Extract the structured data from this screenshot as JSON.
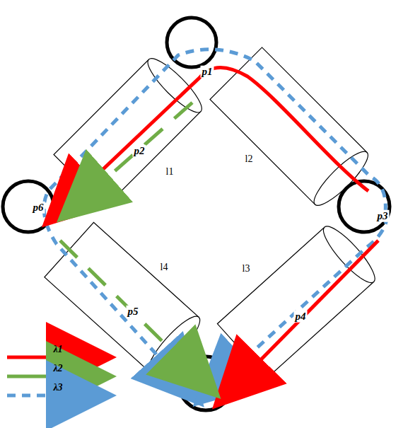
{
  "diagram": {
    "nodes": [
      {
        "text": [
          "p1"
        ]
      },
      {
        "text": [
          "p6"
        ]
      },
      {
        "text": [
          "p3"
        ]
      }
    ],
    "labels": [
      "p2",
      "l1",
      "l2",
      "l4",
      "l3",
      "p5",
      "p4"
    ],
    "legend": [
      {
        "text": "λ1"
      },
      {
        "text": "λ2"
      },
      {
        "text": "λ3"
      }
    ]
  }
}
